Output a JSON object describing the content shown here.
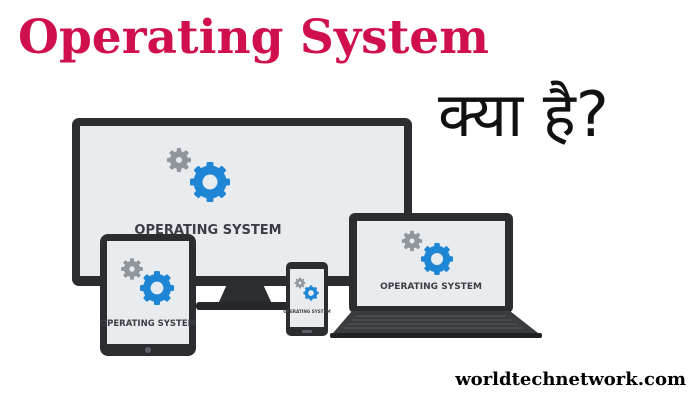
{
  "header": {
    "title": "Operating System",
    "subtitle": "क्या है?"
  },
  "screens": {
    "monitor_label": "OPERATING SYSTEM",
    "tablet_label": "OPERATING SYSTEM",
    "phone_label": "OPERATING SYSTEM",
    "laptop_label": "OPERATING SYSTEM"
  },
  "footer": {
    "website": "worldtechnetwork.com"
  },
  "colors": {
    "title": "#d0104c",
    "subtitle": "#111111",
    "device_body": "#2b2d31",
    "screen": "#e9ecee",
    "gear_gray": "#8f969c",
    "gear_blue": "#1f86d6",
    "label": "#3a3f45"
  },
  "icons": {
    "gear_small": "gear-icon",
    "gear_large": "gear-icon"
  }
}
